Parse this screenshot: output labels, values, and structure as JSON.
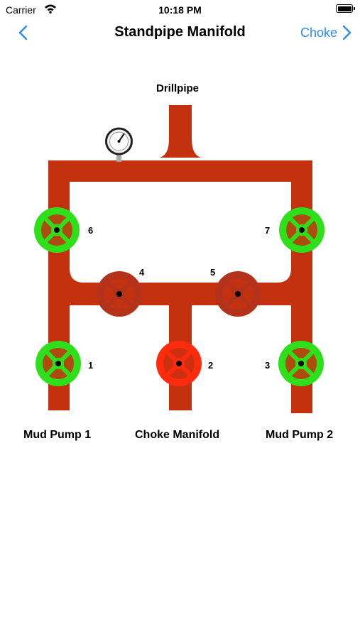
{
  "status_bar": {
    "carrier": "Carrier",
    "time": "10:18 PM"
  },
  "nav": {
    "title": "Standpipe Manifold",
    "forward_label": "Choke"
  },
  "diagram": {
    "top_label": "Drillpipe",
    "bottom_labels": {
      "left": "Mud Pump 1",
      "center": "Choke Manifold",
      "right": "Mud Pump 2"
    },
    "valves": [
      {
        "number": "1",
        "color": "green"
      },
      {
        "number": "2",
        "color": "bright-red"
      },
      {
        "number": "3",
        "color": "green"
      },
      {
        "number": "4",
        "color": "dark-red"
      },
      {
        "number": "5",
        "color": "dark-red"
      },
      {
        "number": "6",
        "color": "green"
      },
      {
        "number": "7",
        "color": "green"
      }
    ],
    "colors": {
      "pipe": "#c4310f",
      "valve_green": "#2ee01a",
      "valve_dark_red": "#b5321a",
      "valve_bright_red": "#ff2b0e",
      "accent": "#2f8cf2"
    }
  }
}
